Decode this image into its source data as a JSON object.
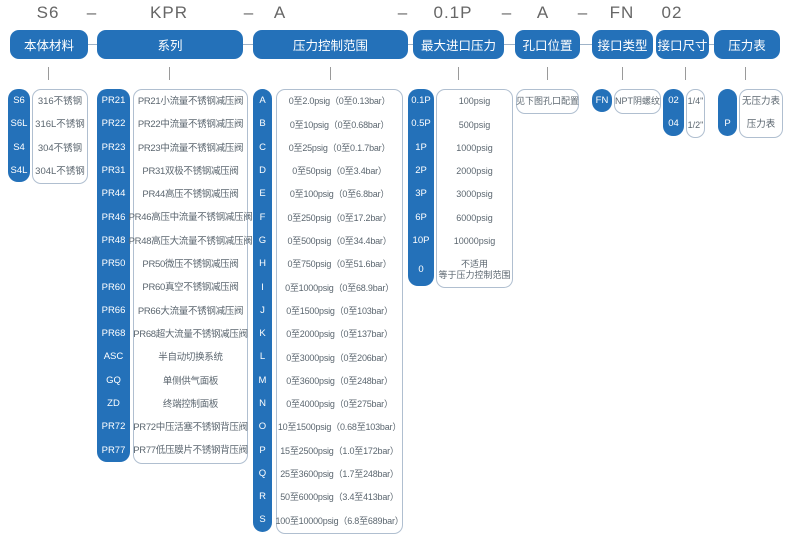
{
  "code_row": [
    "S6",
    "–",
    "KPR",
    "–",
    "A",
    "–",
    "0.1P",
    "–",
    "A",
    "–",
    "FN",
    "02"
  ],
  "colors": {
    "primary_blue": "#2471B9",
    "box_border": "#b0bfd0",
    "label_text": "#5c6770",
    "code_text": "#666666"
  },
  "columns": [
    {
      "id": "material",
      "header": "本体材料",
      "items": [
        {
          "code": "S6",
          "label": "316不锈钢"
        },
        {
          "code": "S6L",
          "label": "316L不锈钢"
        },
        {
          "code": "S4",
          "label": "304不锈钢"
        },
        {
          "code": "S4L",
          "label": "304L不锈钢"
        }
      ]
    },
    {
      "id": "series",
      "header": "系列",
      "items": [
        {
          "code": "PR21",
          "label": "PR21小流量不锈钢减压阀"
        },
        {
          "code": "PR22",
          "label": "PR22中流量不锈钢减压阀"
        },
        {
          "code": "PR23",
          "label": "PR23中流量不锈钢减压阀"
        },
        {
          "code": "PR31",
          "label": "PR31双极不锈钢减压阀"
        },
        {
          "code": "PR44",
          "label": "PR44高压不锈钢减压阀"
        },
        {
          "code": "PR46",
          "label": "PR46高压中流量不锈钢减压阀"
        },
        {
          "code": "PR48",
          "label": "PR48高压大流量不锈钢减压阀"
        },
        {
          "code": "PR50",
          "label": "PR50微压不锈钢减压阀"
        },
        {
          "code": "PR60",
          "label": "PR60真空不锈钢减压阀"
        },
        {
          "code": "PR66",
          "label": "PR66大流量不锈钢减压阀"
        },
        {
          "code": "PR68",
          "label": "PR68超大流量不锈钢减压阀"
        },
        {
          "code": "ASC",
          "label": "半自动切换系统"
        },
        {
          "code": "GQ",
          "label": "单侧供气面板"
        },
        {
          "code": "ZD",
          "label": "终端控制面板"
        },
        {
          "code": "PR72",
          "label": "PR72中压活塞不锈钢背压阀"
        },
        {
          "code": "PR77",
          "label": "PR77低压膜片不锈钢背压阀"
        }
      ]
    },
    {
      "id": "pressure_control_range",
      "header": "压力控制范围",
      "items": [
        {
          "code": "A",
          "label": "0至2.0psig（0至0.13bar）"
        },
        {
          "code": "B",
          "label": "0至10psig（0至0.68bar）"
        },
        {
          "code": "C",
          "label": "0至25psig（0至0.1.7bar）"
        },
        {
          "code": "D",
          "label": "0至50psig（0至3.4bar）"
        },
        {
          "code": "E",
          "label": "0至100psig（0至6.8bar）"
        },
        {
          "code": "F",
          "label": "0至250psig（0至17.2bar）"
        },
        {
          "code": "G",
          "label": "0至500psig（0至34.4bar）"
        },
        {
          "code": "H",
          "label": "0至750psig（0至51.6bar）"
        },
        {
          "code": "I",
          "label": "0至1000psig（0至68.9bar）"
        },
        {
          "code": "J",
          "label": "0至1500psig（0至103bar）"
        },
        {
          "code": "K",
          "label": "0至2000psig（0至137bar）"
        },
        {
          "code": "L",
          "label": "0至3000psig（0至206bar）"
        },
        {
          "code": "M",
          "label": "0至3600psig（0至248bar）"
        },
        {
          "code": "N",
          "label": "0至4000psig（0至275bar）"
        },
        {
          "code": "O",
          "label": "10至1500psig（0.68至103bar）"
        },
        {
          "code": "P",
          "label": "15至2500psig（1.0至172bar）"
        },
        {
          "code": "Q",
          "label": "25至3600psig（1.7至248bar）"
        },
        {
          "code": "R",
          "label": "50至6000psig（3.4至413bar）"
        },
        {
          "code": "S",
          "label": "100至10000psig（6.8至689bar）"
        }
      ]
    },
    {
      "id": "max_inlet_pressure",
      "header": "最大进口压力",
      "items": [
        {
          "code": "0.1P",
          "label": "100psig"
        },
        {
          "code": "0.5P",
          "label": "500psig"
        },
        {
          "code": "1P",
          "label": "1000psig"
        },
        {
          "code": "2P",
          "label": "2000psig"
        },
        {
          "code": "3P",
          "label": "3000psig"
        },
        {
          "code": "6P",
          "label": "6000psig"
        },
        {
          "code": "10P",
          "label": "10000psig"
        },
        {
          "code": "0",
          "label": "不适用\n等于压力控制范围"
        }
      ]
    },
    {
      "id": "port_position",
      "header": "孔口位置",
      "items": [
        {
          "code": "",
          "label": "见下图孔口配置"
        }
      ]
    },
    {
      "id": "port_type",
      "header": "接口类型",
      "items": [
        {
          "code": "FN",
          "label": "NPT阴螺纹"
        }
      ]
    },
    {
      "id": "port_size",
      "header": "接口尺寸",
      "items": [
        {
          "code": "02",
          "label": "1/4\""
        },
        {
          "code": "04",
          "label": "1/2\""
        }
      ]
    },
    {
      "id": "pressure_gauge",
      "header": "压力表",
      "items": [
        {
          "code": "",
          "label": "无压力表"
        },
        {
          "code": "P",
          "label": "压力表"
        }
      ]
    }
  ]
}
